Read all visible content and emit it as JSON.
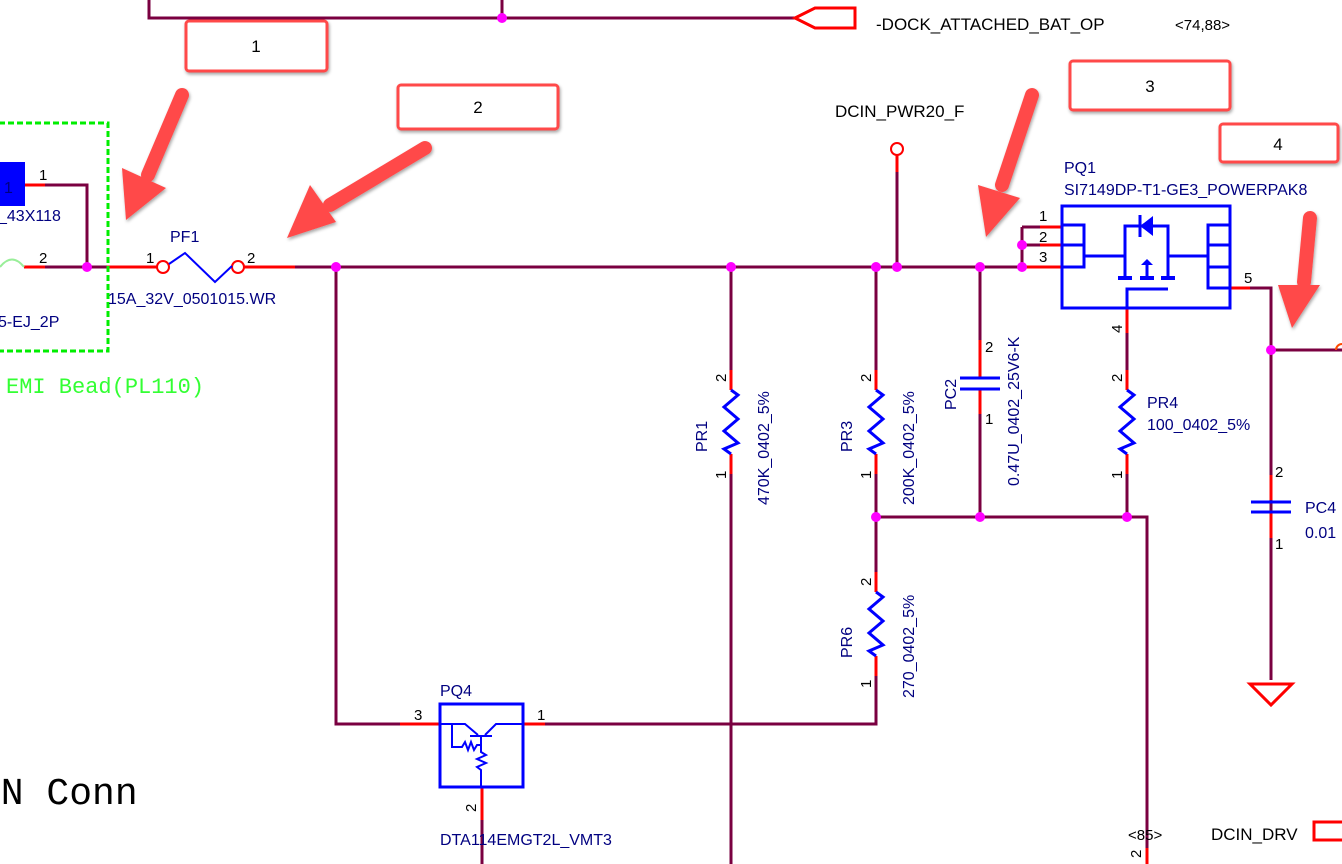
{
  "schematic": {
    "title_fragment": "IN Conn",
    "emi_note": "EMI Bead(PL110)",
    "nets": {
      "dock_attached": "-DOCK_ATTACHED_BAT_OP",
      "dock_attached_xref": "<74,88>",
      "dcin_pwr20": "DCIN_PWR20_F",
      "dcin_drv": "DCIN_DRV",
      "dcin_drv_xref": "<85>"
    },
    "components": {
      "connector": {
        "pin_label_box": "1",
        "part_fragment": "_43X118",
        "footprint_fragment": "5-EJ_2P",
        "pins": [
          "1",
          "2"
        ]
      },
      "pf1": {
        "ref": "PF1",
        "value": "15A_32V_0501015.WR",
        "pins": [
          "1",
          "2"
        ]
      },
      "pr1": {
        "ref": "PR1",
        "value": "470K_0402_5%",
        "pins": [
          "2",
          "1"
        ]
      },
      "pr3": {
        "ref": "PR3",
        "value": "200K_0402_5%",
        "pins": [
          "2",
          "1"
        ]
      },
      "pc2": {
        "ref": "PC2",
        "value": "0.47U_0402_25V6-K",
        "pins": [
          "2",
          "1"
        ]
      },
      "pq1": {
        "ref": "PQ1",
        "value": "SI7149DP-T1-GE3_POWERPAK8",
        "pins": [
          "1",
          "2",
          "3",
          "4",
          "5"
        ]
      },
      "pr4": {
        "ref": "PR4",
        "value": "100_0402_5%",
        "pins": [
          "2",
          "1"
        ]
      },
      "pc4": {
        "ref": "PC4",
        "value": "0.01",
        "pins": [
          "2",
          "1"
        ]
      },
      "pr6": {
        "ref": "PR6",
        "value": "270_0402_5%",
        "pins": [
          "2",
          "1"
        ]
      },
      "pq4": {
        "ref": "PQ4",
        "value": "DTA114EMGT2L_VMT3",
        "pins": [
          "3",
          "1",
          "2"
        ]
      },
      "bottom_pin": {
        "pin": "2"
      }
    }
  },
  "callouts": [
    {
      "label": "1"
    },
    {
      "label": "2"
    },
    {
      "label": "3"
    },
    {
      "label": "4"
    }
  ],
  "colors": {
    "wire": "#7a0040",
    "pin": "#ff0000",
    "symbol": "#0000ff",
    "junction": "#ff00ff",
    "annotation": "#ff4a4a",
    "emi_note": "#33ff33"
  }
}
